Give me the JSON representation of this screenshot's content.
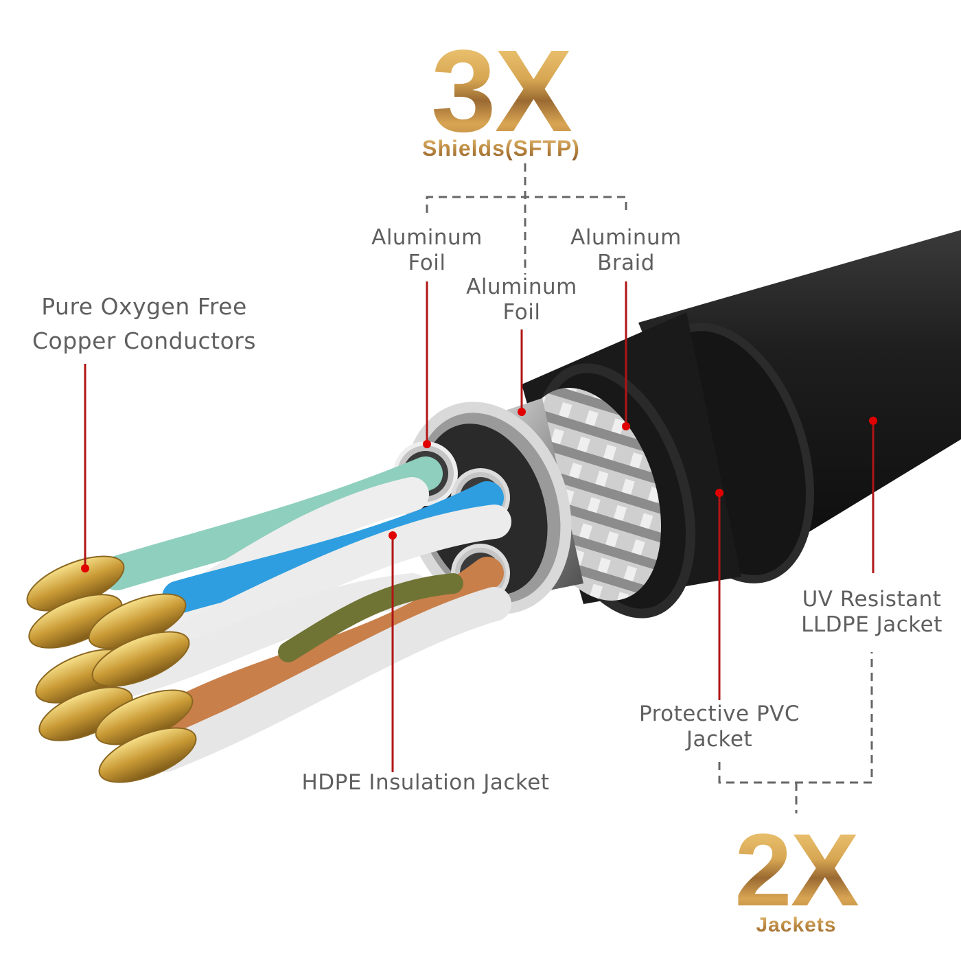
{
  "header": {
    "count": "3X",
    "subtitle": "Shields(SFTP)"
  },
  "footer": {
    "count": "2X",
    "subtitle": "Jackets"
  },
  "labels": {
    "conductors": {
      "line1": "Pure Oxygen Free",
      "line2": "Copper Conductors"
    },
    "pair_foil": {
      "line1": "Aluminum",
      "line2": "Foil"
    },
    "overall_foil": {
      "line1": "Aluminum",
      "line2": "Foil"
    },
    "braid": {
      "line1": "Aluminum",
      "line2": "Braid"
    },
    "insulation": {
      "line1": "HDPE Insulation Jacket"
    },
    "pvc_jacket": {
      "line1": "Protective PVC",
      "line2": "Jacket"
    },
    "uv_jacket": {
      "line1": "UV Resistant",
      "line2": "LLDPE Jacket"
    }
  },
  "colors": {
    "gold": "#c9974a",
    "label_text": "#5f5f5f",
    "leader_line": "#b01515",
    "leader_dot": "#e00000",
    "bracket": "#666666",
    "jacket": "#1c1c1c",
    "wire_green": "#8fcfbe",
    "wire_blue": "#2e9ee0",
    "wire_orange": "#c97f4a",
    "wire_white": "#eeeeee"
  }
}
